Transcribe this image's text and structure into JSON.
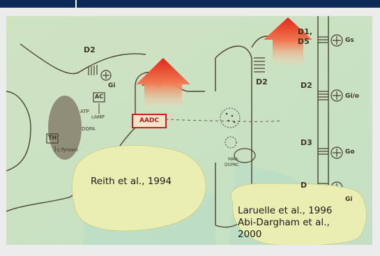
{
  "diagram": {
    "labels": {
      "d2_presynaptic": "D2",
      "gi_presynaptic": "Gi",
      "ac": "AC",
      "atp": "ATP",
      "camp": "cAMP",
      "dopa": "DOPA",
      "th": "TH",
      "l_tyrosin": "L-Tyrosin",
      "aadc": "AADC",
      "d2_vesicle": "D2",
      "mao": "MAO",
      "dopac": "DOPAC",
      "d1_d5": "D1, D5",
      "gs": "Gs",
      "d2_postsynaptic": "D2",
      "gi_o": "Gi/o",
      "d3": "D3",
      "go": "Go",
      "d4": "D",
      "gi_postsynaptic": "Gi"
    },
    "callouts": {
      "reith": "Reith et al., 1994",
      "laruelle_line1": "Laruelle et al., 1996",
      "laruelle_line2": "Abi-Dargham et al.,",
      "laruelle_line3": "2000"
    }
  }
}
